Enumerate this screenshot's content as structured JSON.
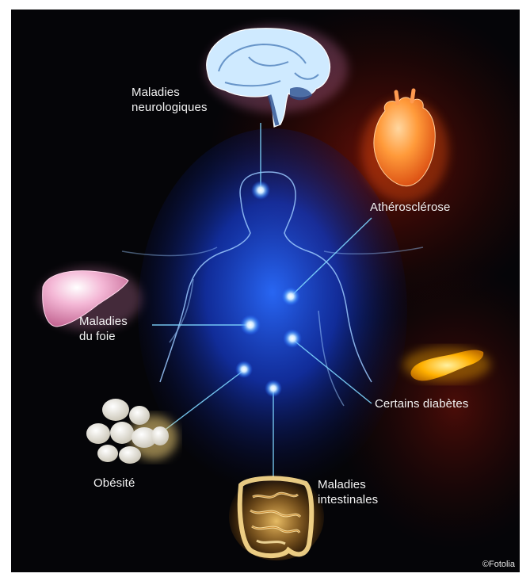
{
  "labels": {
    "neuro": [
      "Maladies",
      "neurologiques"
    ],
    "athero": "Athérosclérose",
    "foie": [
      "Maladies",
      "du foie"
    ],
    "diabetes": "Certains diabètes",
    "obesite": "Obésité",
    "intestinal": [
      "Maladies",
      "intestinales"
    ]
  },
  "credit": "©Fotolia",
  "colors": {
    "background": "#050508",
    "body_glow": "#1e5cff",
    "line": "#7fd6ff",
    "heart": "#ff8a3a",
    "liver": "#f3a0c8",
    "pancreas": "#ffb400",
    "brain": "#dff3ff",
    "text": "#f2f2f2"
  },
  "icons": [
    "brain-icon",
    "heart-icon",
    "liver-icon",
    "pancreas-icon",
    "fat-cells-icon",
    "intestine-icon"
  ]
}
